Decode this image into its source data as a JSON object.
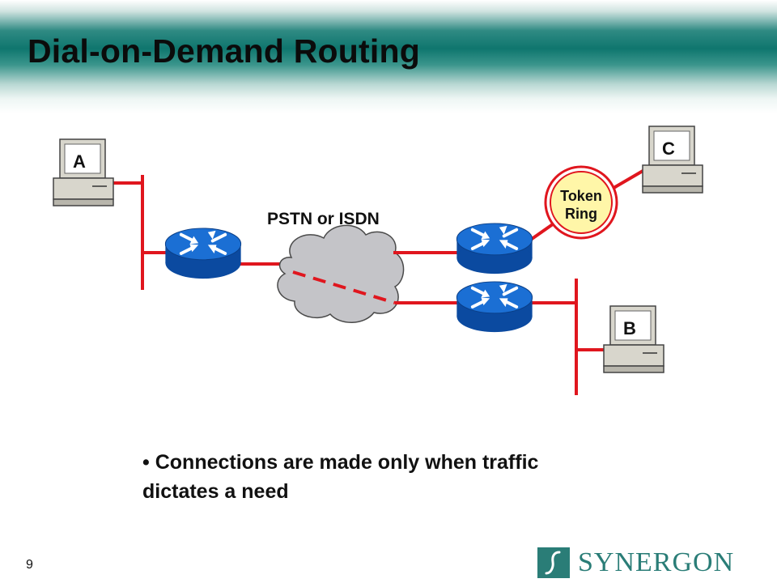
{
  "slide": {
    "title": "Dial-on-Demand Routing",
    "bullet": "Connections are made only when traffic dictates a need",
    "bullet_marker": "•",
    "page_number": "9"
  },
  "diagram": {
    "cloud_label": "PSTN or ISDN",
    "token_ring_label_line1": "Token",
    "token_ring_label_line2": "Ring",
    "hosts": [
      {
        "id": "A",
        "label": "A"
      },
      {
        "id": "B",
        "label": "B"
      },
      {
        "id": "C",
        "label": "C"
      }
    ],
    "colors": {
      "link": "#e0161e",
      "router": "#1b6fd4",
      "router_dark": "#0b4aa0",
      "cloud": "#c4c4c8",
      "token_ring_fill": "#fff6a8",
      "title_band": "#0f766e"
    }
  },
  "branding": {
    "logo_text": "SYNERGON",
    "logo_icon": "synergon-s-icon",
    "color": "#2a7d77"
  }
}
